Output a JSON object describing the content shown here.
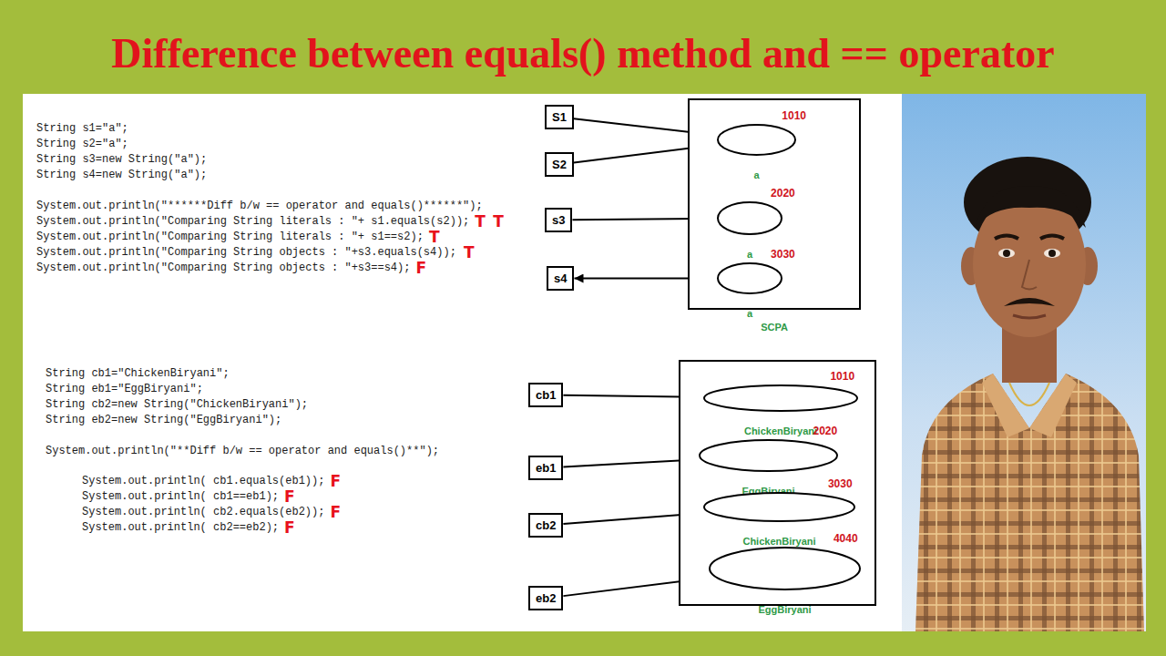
{
  "diagram": {
    "title": "Difference between equals() method and == operator",
    "nodes": [
      {
        "text": [
          "S1"
        ]
      },
      {
        "text": [
          "S2"
        ]
      },
      {
        "text": [
          "s3"
        ]
      },
      {
        "text": [
          "s4"
        ]
      },
      {
        "text": [
          "SCPA"
        ]
      },
      {
        "text": [
          "a",
          "1010"
        ],
        "in": 4
      },
      {
        "text": [
          "a",
          "2020"
        ],
        "in": 4
      },
      {
        "text": [
          "a",
          "3030"
        ],
        "in": 4
      },
      {
        "text": [
          "cb1"
        ]
      },
      {
        "text": [
          "eb1"
        ]
      },
      {
        "text": [
          "cb2"
        ]
      },
      {
        "text": [
          "eb2"
        ]
      },
      {
        "text": []
      },
      {
        "text": [
          "ChickenBiryani",
          "1010"
        ],
        "in": 12
      },
      {
        "text": [
          "EggBiryani",
          "2020"
        ],
        "in": 12
      },
      {
        "text": [
          "ChickenBiryani",
          "3030"
        ],
        "in": 12
      },
      {
        "text": [
          "EggBiryani",
          "4040"
        ],
        "in": 12
      }
    ],
    "edges": [
      {
        "from": 0,
        "to": 5,
        "arrow": "to"
      },
      {
        "from": 1,
        "to": 5,
        "arrow": "to"
      },
      {
        "from": 2,
        "to": 6,
        "arrow": "to"
      },
      {
        "from": 3,
        "to": 7,
        "arrow": "both"
      },
      {
        "from": 8,
        "to": 13,
        "arrow": "to"
      },
      {
        "from": 9,
        "to": 14,
        "arrow": "to"
      },
      {
        "from": 10,
        "to": 15,
        "arrow": "to"
      },
      {
        "from": 11,
        "to": 16,
        "arrow": "to"
      }
    ],
    "labels": [
      "String s1=\"a\";",
      "String s2=\"a\";",
      "String s3=new String(\"a\");",
      "String s4=new String(\"a\");",
      "System.out.println(\"******Diff b/w == operator and equals()******\");",
      "System.out.println(\"Comparing String literals : \"+ s1.equals(s2));",
      "System.out.println(\"Comparing String literals : \"+ s1==s2);",
      "System.out.println(\"Comparing String objects : \"+s3.equals(s4));",
      "System.out.println(\"Comparing String objects : \"+s3==s4);",
      "T",
      "T",
      "T",
      "T",
      "F",
      "String cb1=\"ChickenBiryani\";",
      "String eb1=\"EggBiryani\";",
      "String cb2=new String(\"ChickenBiryani\");",
      "String eb2=new String(\"EggBiryani\");",
      "System.out.println(\"**Diff b/w == operator and equals()**\");",
      "System.out.println( cb1.equals(eb1));",
      "System.out.println( cb1==eb1);",
      "System.out.println( cb2.equals(eb2));",
      "System.out.println( cb2==eb2);",
      "F",
      "F",
      "F",
      "F"
    ]
  }
}
